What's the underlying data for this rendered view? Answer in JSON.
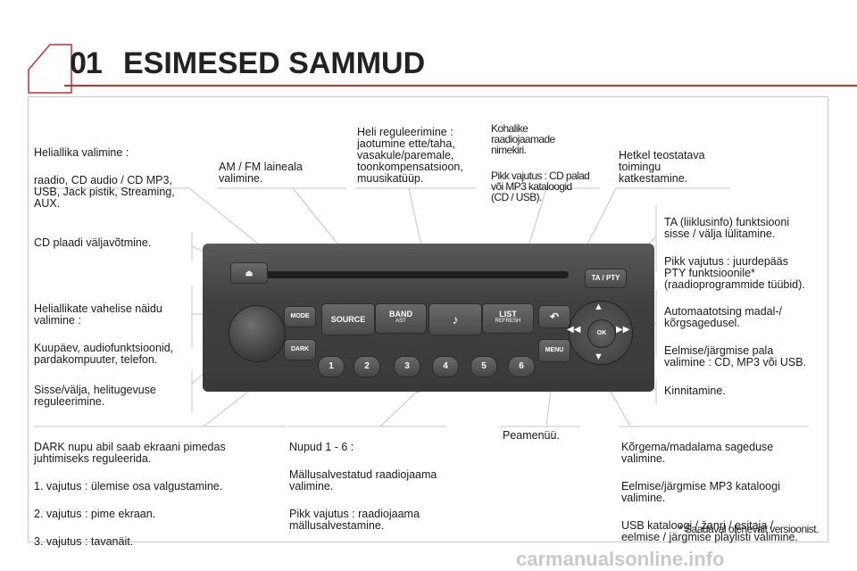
{
  "header": {
    "chapter": "01",
    "title": "ESIMESED SAMMUD",
    "accent_color": "#cc2b2b"
  },
  "labels": {
    "source_select": [
      "Heliallika valimine :",
      "raadio, CD audio / CD MP3,\nUSB, Jack pistik, Streaming,\nAUX."
    ],
    "am_fm": "AM / FM laineala\nvalimine.",
    "sound": "Heli reguleerimine :\njaotumine ette/taha,\nvasakule/paremale,\ntoonkompensatsioon,\nmuusikatüüp.",
    "list": [
      "Kohalike\nraadiojaamade\nnimekiri.",
      "Pikk vajutus : CD palad\nvõi MP3 kataloogid\n(CD / USB)."
    ],
    "abort": "Hetkel teostatava\ntoimingu\nkatkestamine.",
    "eject": "CD plaadi väljavõtmine.",
    "ta": [
      "TA (liiklusinfo) funktsiooni\nsisse / välja lülitamine.",
      "Pikk vajutus : juurdepääs\nPTY funktsioonile*\n(raadioprogrammide tüübid)."
    ],
    "mode": [
      "Heliallikate vahelise näidu\nvalimine :",
      "Kuupäev, audiofunktsioonid,\npardakompuuter, telefon."
    ],
    "auto_search": [
      "Automaatotsing madal-/\nkõrgsagedusel.",
      "Eelmise/järgmise pala\nvalimine : CD, MP3 või USB."
    ],
    "power": "Sisse/välja, helitugevuse\nreguleerimine.",
    "ok": "Kinnitamine.",
    "dark": [
      "DARK nupu abil saab ekraani pimedas\njuhtimiseks reguleerida.",
      "1. vajutus : ülemise osa valgustamine.",
      "2. vajutus : pime ekraan.",
      "3. vajutus : tavanäit."
    ],
    "presets": [
      "Nupud 1 - 6 :",
      "Mällusalvestatud raadiojaama\nvalimine.",
      "Pikk vajutus : raadiojaama\nmällusalvestamine."
    ],
    "menu": "Peamenüü.",
    "freq": [
      "Kõrgema/madalama sageduse\nvalimine.",
      "Eelmise/järgmise MP3 kataloogi\nvalimine.",
      "USB kataloogi / žanri / esitaja /\neelmise / järgmise playlisti valimine."
    ]
  },
  "radio": {
    "buttons": {
      "ta_pty": "TA / PTY",
      "mode": "MODE",
      "dark": "DARK",
      "source": "SOURCE",
      "band": "BAND",
      "band_sub": "AST",
      "list": "LIST",
      "list_sub": "REFRESH",
      "menu": "MENU",
      "ok": "OK"
    },
    "presets": [
      "1",
      "2",
      "3",
      "4",
      "5",
      "6"
    ],
    "icons": [
      "eject-icon",
      "music-note-icon",
      "back-arrow-icon",
      "up-arrow-icon",
      "down-arrow-icon",
      "rewind-icon",
      "fast-forward-icon"
    ]
  },
  "footer": {
    "star": "*",
    "note": "Saadaval olenevalt versioonist."
  },
  "watermark": "carmanualsonline.info"
}
